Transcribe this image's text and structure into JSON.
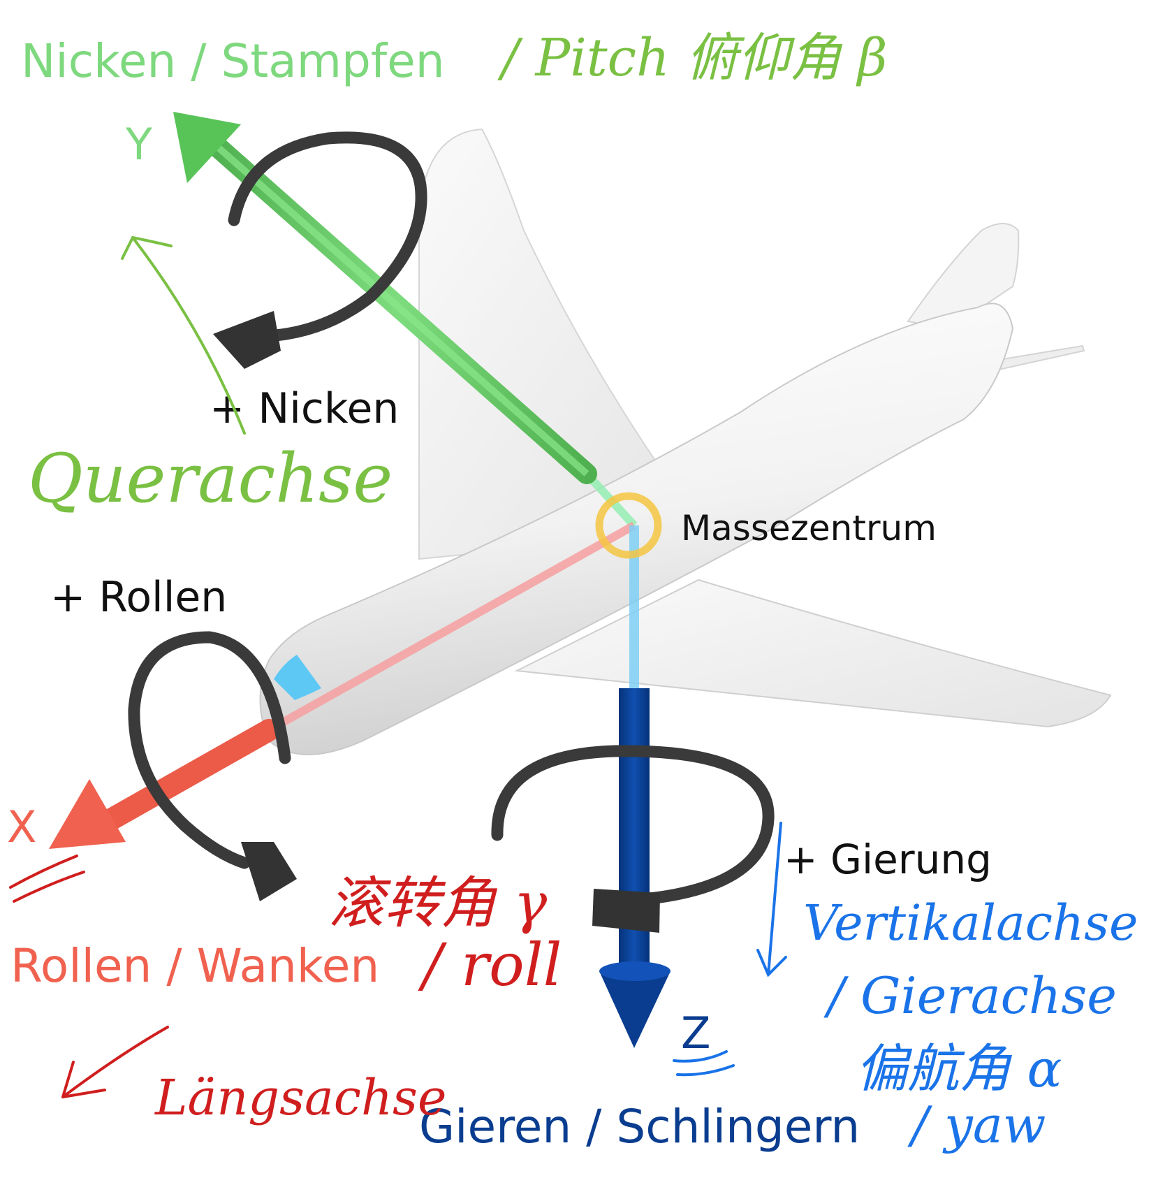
{
  "labels": {
    "pitch_title": "Nicken / Stampfen",
    "roll_title": "Rollen / Wanken",
    "yaw_title": "Gieren / Schlingern",
    "axis_y": "Y",
    "axis_x": "X",
    "axis_z": "Z",
    "plus_pitch": "+ Nicken",
    "plus_roll": "+ Rollen",
    "plus_yaw": "+ Gierung",
    "center": "Massezentrum"
  },
  "handwriting": {
    "pitch_note": "/ Pitch 俯仰角 β",
    "lateral_axis": "Querachse",
    "roll_note": "滚转角 γ",
    "roll_en": "/ roll",
    "longitudinal_axis": "Längsachse",
    "vertical_axis": "Vertikalachse",
    "yaw_axis": "/ Gierachse",
    "yaw_note": "偏航角 α",
    "yaw_en": "/ yaw"
  },
  "colors": {
    "pitch": "#6dcf6d",
    "roll": "#f0614f",
    "yaw": "#0a3d8f",
    "hand_green": "#7ac043",
    "hand_red": "#d01e1e",
    "hand_blue": "#1a73e8",
    "center_ring": "#f5c542",
    "rotation_arrow": "#3a3a3a"
  }
}
